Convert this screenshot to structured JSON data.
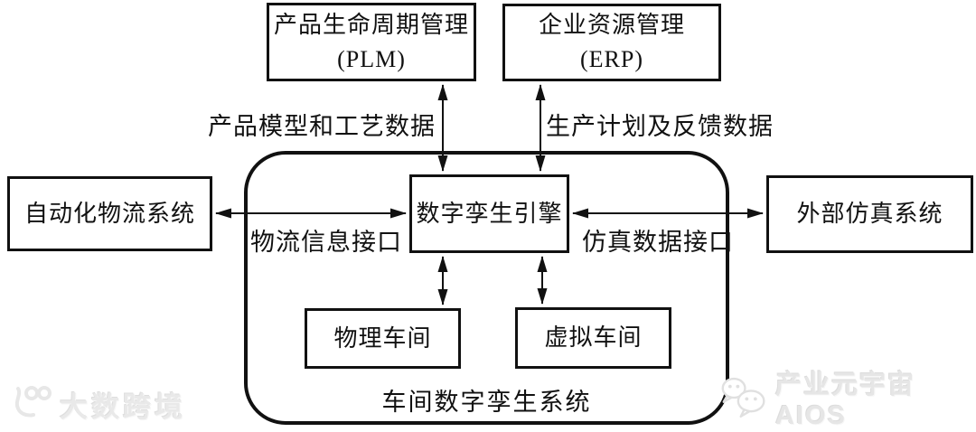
{
  "diagram": {
    "colors": {
      "ink": "#111111",
      "background": "#ffffff"
    },
    "nodes": {
      "plm": {
        "title": "产品生命周期管理",
        "subtitle": "(PLM)"
      },
      "erp": {
        "title": "企业资源管理",
        "subtitle": "(ERP)"
      },
      "logistics": {
        "label": "自动化物流系统"
      },
      "external_sim": {
        "label": "外部仿真系统"
      },
      "engine": {
        "label": "数字孪生引擎"
      },
      "physical_workshop": {
        "label": "物理车间"
      },
      "virtual_workshop": {
        "label": "虚拟车间"
      }
    },
    "edge_labels": {
      "plm_edge": "产品模型和工艺数据",
      "erp_edge": "生产计划及反馈数据",
      "logistics_edge": "物流信息接口",
      "sim_edge": "仿真数据接口"
    },
    "container_label": "车间数字孪生系统"
  },
  "watermarks": {
    "bottom_left": {
      "icon": "dashu-kuajing-logo",
      "text": "大数跨境",
      "color": "#e9e9e9"
    },
    "bottom_right": {
      "icon": "wechat-bubbles-logo",
      "text": "产业元宇宙AIOS",
      "color": "#e6e6e6"
    }
  }
}
